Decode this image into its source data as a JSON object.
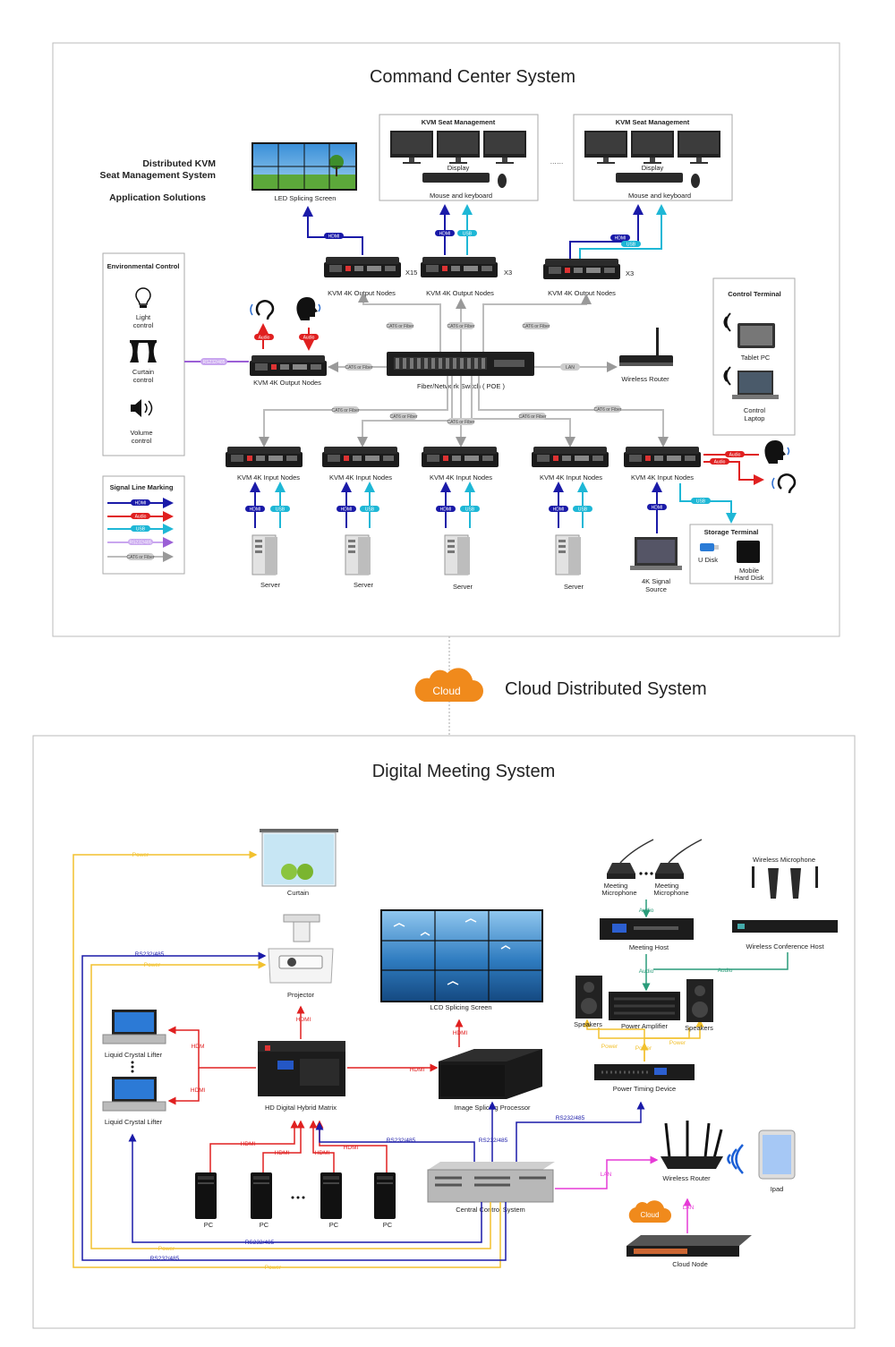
{
  "command_center": {
    "title": "Command Center  System",
    "side_title": [
      "Distributed  KVM",
      "Seat  Management  System",
      "Application   Solutions"
    ],
    "led_screen": "LED Splicing Screen",
    "seat_box_title": "KVM Seat Management",
    "display": "Display",
    "mouse_keyboard": "Mouse and keyboard",
    "ellipsis": "……",
    "output_node": "KVM 4K Output Nodes",
    "input_node": "KVM 4K Input Nodes",
    "multipliers": [
      "X15",
      "X3",
      "X3"
    ],
    "switch": "Fiber/Network Switch ( POE )",
    "router": "Wireless Router",
    "env_title": "Environmental Control",
    "env_items": [
      [
        "Light",
        "control"
      ],
      [
        "Curtain",
        "control"
      ],
      [
        "Volume",
        "control"
      ]
    ],
    "control_terminal": "Control Terminal",
    "tablet": "Tablet PC",
    "laptop": [
      "Control",
      "Laptop"
    ],
    "signal_title": "Signal Line Marking",
    "tags": {
      "hdmi": "HDMI",
      "usb": "USB",
      "audio": "Audio",
      "rs": "RS232/485",
      "cat": "CAT6 or Fiber",
      "lan": "LAN"
    },
    "server": "Server",
    "source": [
      "4K Signal",
      "Source"
    ],
    "storage": "Storage Terminal",
    "udisk": "U Disk",
    "hdd": [
      "Mobile",
      "Hard Disk"
    ]
  },
  "cloud": {
    "badge": "Cloud",
    "title": "Cloud Distributed System"
  },
  "meeting": {
    "title": "Digital Meeting System",
    "curtain": "Curtain",
    "projector": "Projector",
    "lcd": "LCD Splicing Screen",
    "lifter": "Liquid Crystal Lifter",
    "matrix": "HD Digital Hybrid Matrix",
    "processor": "Image Splicing Processor",
    "central": "Central Control System",
    "pc": "PC",
    "mic": [
      "Meeting",
      "Microphone"
    ],
    "wireless_mic": "Wireless Microphone",
    "meeting_host": "Meeting Host",
    "wireless_host": "Wireless Conference Host",
    "speakers": "Speakers",
    "amplifier": "Power Amplifier",
    "timing": "Power Timing Device",
    "router": "Wireless Router",
    "ipad": "Ipad",
    "cloud_node": "Cloud Node",
    "cloud_badge": "Cloud",
    "lines": {
      "power": "Power",
      "rs": "RS232/485",
      "hdmi": "HDMI",
      "hdm": "HDM",
      "hdmi_lower": "HDMl",
      "audio": "Audio",
      "lan": "LAN"
    }
  },
  "colors": {
    "hdmi": "#1a1aa8",
    "usb": "#1eb7d6",
    "audio": "#e02020",
    "rs": "#9b5fd6",
    "cat": "#b8b8b8",
    "power": "#f2c12e",
    "lan": "#e63ad6",
    "audio_green": "#2a9c7a",
    "cloud": "#f08a1c"
  }
}
